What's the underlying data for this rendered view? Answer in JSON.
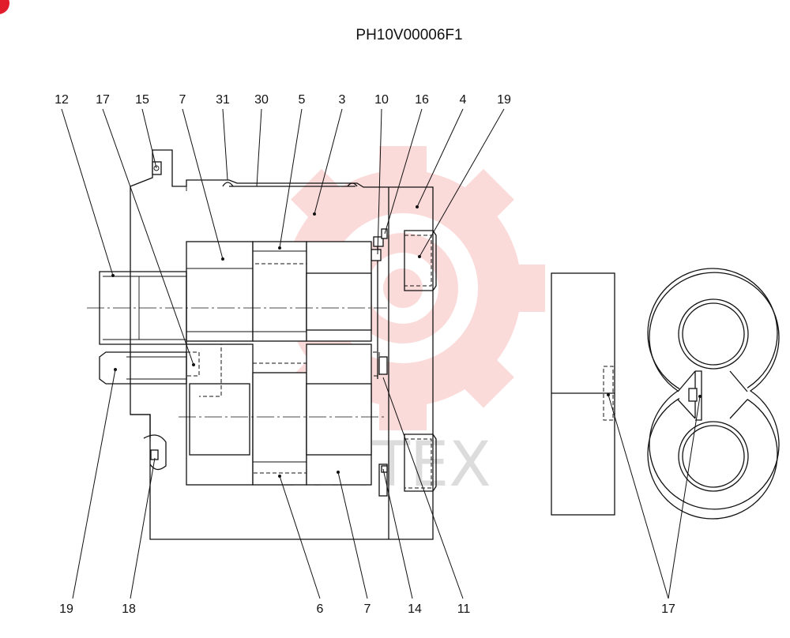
{
  "drawing_code": "PH10V00006F1",
  "watermark_text": "ИНТЕХ",
  "watermark_color": "#f05a5a",
  "badge_color": "#e11d2b",
  "labels_top": [
    "12",
    "17",
    "15",
    "7",
    "31",
    "30",
    "5",
    "3",
    "10",
    "16",
    "4",
    "19"
  ],
  "labels_bottom": [
    "19",
    "18",
    "6",
    "7",
    "14",
    "11",
    "17"
  ]
}
